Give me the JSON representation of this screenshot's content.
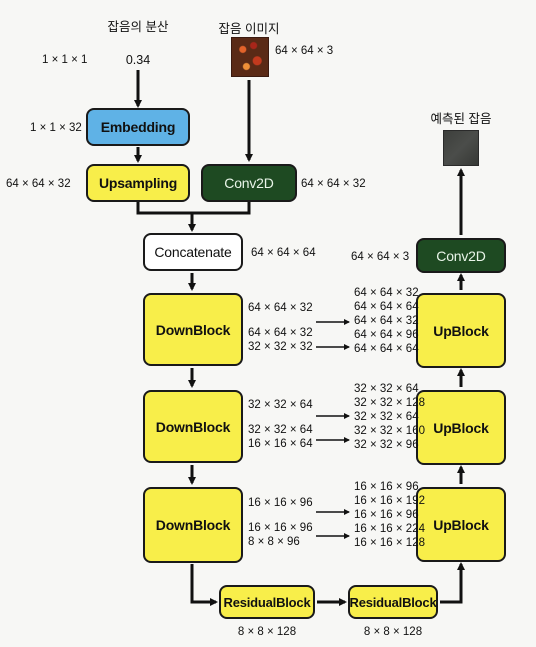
{
  "labels": {
    "noise_variance_title": "잡음의 분산",
    "noise_variance_value": "0.34",
    "noise_variance_shape": "1 × 1 × 1",
    "noisy_image_title": "잡음 이미지",
    "noisy_image_shape": "64 × 64 × 3",
    "predicted_noise_title": "예측된 잡음"
  },
  "blocks": {
    "embedding": "Embedding",
    "upsampling": "Upsampling",
    "conv2d_in": "Conv2D",
    "concatenate": "Concatenate",
    "downblock_1": "DownBlock",
    "downblock_2": "DownBlock",
    "downblock_3": "DownBlock",
    "residual_1": "ResidualBlock",
    "residual_2": "ResidualBlock",
    "upblock_1": "UpBlock",
    "upblock_2": "UpBlock",
    "upblock_3": "UpBlock",
    "conv2d_out": "Conv2D"
  },
  "shapes": {
    "embedding_out": "1 × 1 × 32",
    "upsampling_out": "64 × 64 × 32",
    "conv2d_in_out": "64 × 64 × 32",
    "concatenate_out": "64 × 64 × 64",
    "residual_1_out": "8 × 8 × 128",
    "residual_2_out": "8 × 8 × 128",
    "conv2d_out_in": "64 × 64 × 3"
  },
  "down_outputs": [
    {
      "skip_a": "64 × 64 × 32",
      "skip_b": "64 × 64 × 32",
      "out": "32 × 32 × 32"
    },
    {
      "skip_a": "32 × 32 × 64",
      "skip_b": "32 × 32 × 64",
      "out": "16 × 16 × 64"
    },
    {
      "skip_a": "16 × 16 × 96",
      "skip_b": "16 × 16 × 96",
      "out": "8 × 8 × 96"
    }
  ],
  "up_shapes": [
    [
      "64 × 64 × 32",
      "64 × 64 × 64",
      "64 × 64 × 32",
      "64 × 64 × 96",
      "64 × 64 × 64"
    ],
    [
      "32 × 32 × 64",
      "32 × 32 × 128",
      "32 × 32 × 64",
      "32 × 32 × 160",
      "32 × 32 × 96"
    ],
    [
      "16 × 16 × 96",
      "16 × 16 × 192",
      "16 × 16 × 96",
      "16 × 16 × 224",
      "16 × 16 × 128"
    ]
  ]
}
